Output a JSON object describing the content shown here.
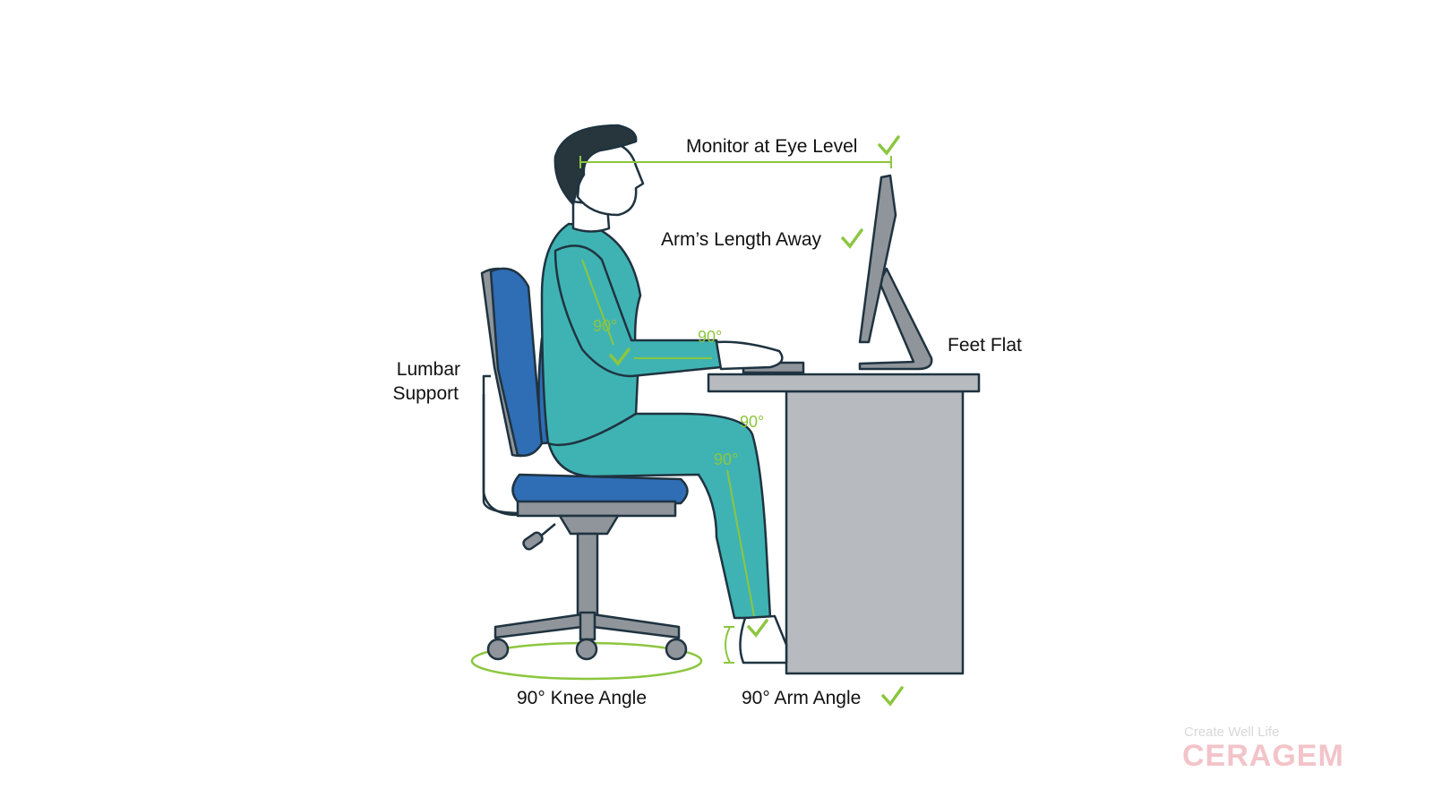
{
  "labels": {
    "monitor": "Monitor at Eye Level",
    "arms_length": "Arm’s Length Away",
    "feet_flat": "Feet Flat",
    "lumbar_line1": "Lumbar",
    "lumbar_line2": "Support",
    "knee_angle": "90° Knee Angle",
    "arm_angle": "90° Arm Angle"
  },
  "angle_marks": [
    "90°",
    "90°",
    "90°",
    "90°"
  ],
  "logo": {
    "tagline": "Create Well Life",
    "brand": "CERAGEM"
  },
  "colors": {
    "accent_green": "#8cc63f",
    "body_teal": "#3fb3b3",
    "chair_blue": "#2f6db5",
    "desk_gray": "#b7bbbf",
    "logo_pink": "#f2c4c9"
  }
}
